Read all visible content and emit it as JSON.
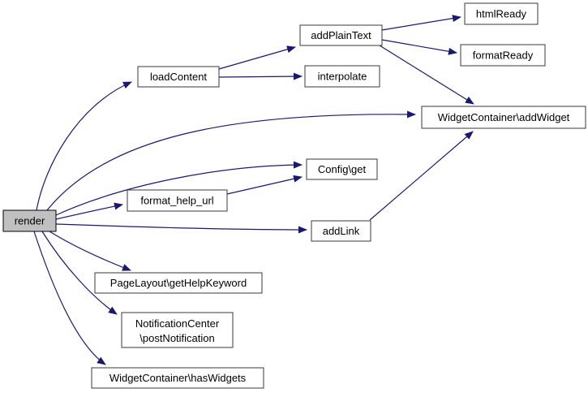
{
  "diagram": {
    "kind": "call-graph",
    "colors": {
      "edge": "#191970",
      "node_fill": "#ffffff",
      "node_border": "#383838",
      "highlight_fill": "#c0c0c0",
      "highlight_border": "#000000",
      "background": "#ffffff",
      "text": "#000000"
    },
    "nodes": {
      "render": {
        "label": "render"
      },
      "load_content": {
        "label": "loadContent"
      },
      "add_plain_text": {
        "label": "addPlainText"
      },
      "html_ready": {
        "label": "htmlReady"
      },
      "format_ready": {
        "label": "formatReady"
      },
      "interpolate": {
        "label": "interpolate"
      },
      "add_widget": {
        "label": "WidgetContainer\\addWidget"
      },
      "config_get": {
        "label": "Config\\get"
      },
      "format_help_url": {
        "label": "format_help_url"
      },
      "add_link": {
        "label": "addLink"
      },
      "get_help_keyword": {
        "label": "PageLayout\\getHelpKeyword"
      },
      "post_notification": {
        "line1": "NotificationCenter",
        "line2": "\\postNotification"
      },
      "has_widgets": {
        "label": "WidgetContainer\\hasWidgets"
      }
    },
    "edges": [
      {
        "from": "render",
        "to": "load_content"
      },
      {
        "from": "render",
        "to": "add_widget"
      },
      {
        "from": "render",
        "to": "config_get"
      },
      {
        "from": "render",
        "to": "format_help_url"
      },
      {
        "from": "render",
        "to": "add_link"
      },
      {
        "from": "render",
        "to": "get_help_keyword"
      },
      {
        "from": "render",
        "to": "post_notification"
      },
      {
        "from": "render",
        "to": "has_widgets"
      },
      {
        "from": "load_content",
        "to": "add_plain_text"
      },
      {
        "from": "load_content",
        "to": "interpolate"
      },
      {
        "from": "add_plain_text",
        "to": "html_ready"
      },
      {
        "from": "add_plain_text",
        "to": "format_ready"
      },
      {
        "from": "add_plain_text",
        "to": "add_widget"
      },
      {
        "from": "add_link",
        "to": "add_widget"
      },
      {
        "from": "format_help_url",
        "to": "config_get"
      }
    ]
  }
}
